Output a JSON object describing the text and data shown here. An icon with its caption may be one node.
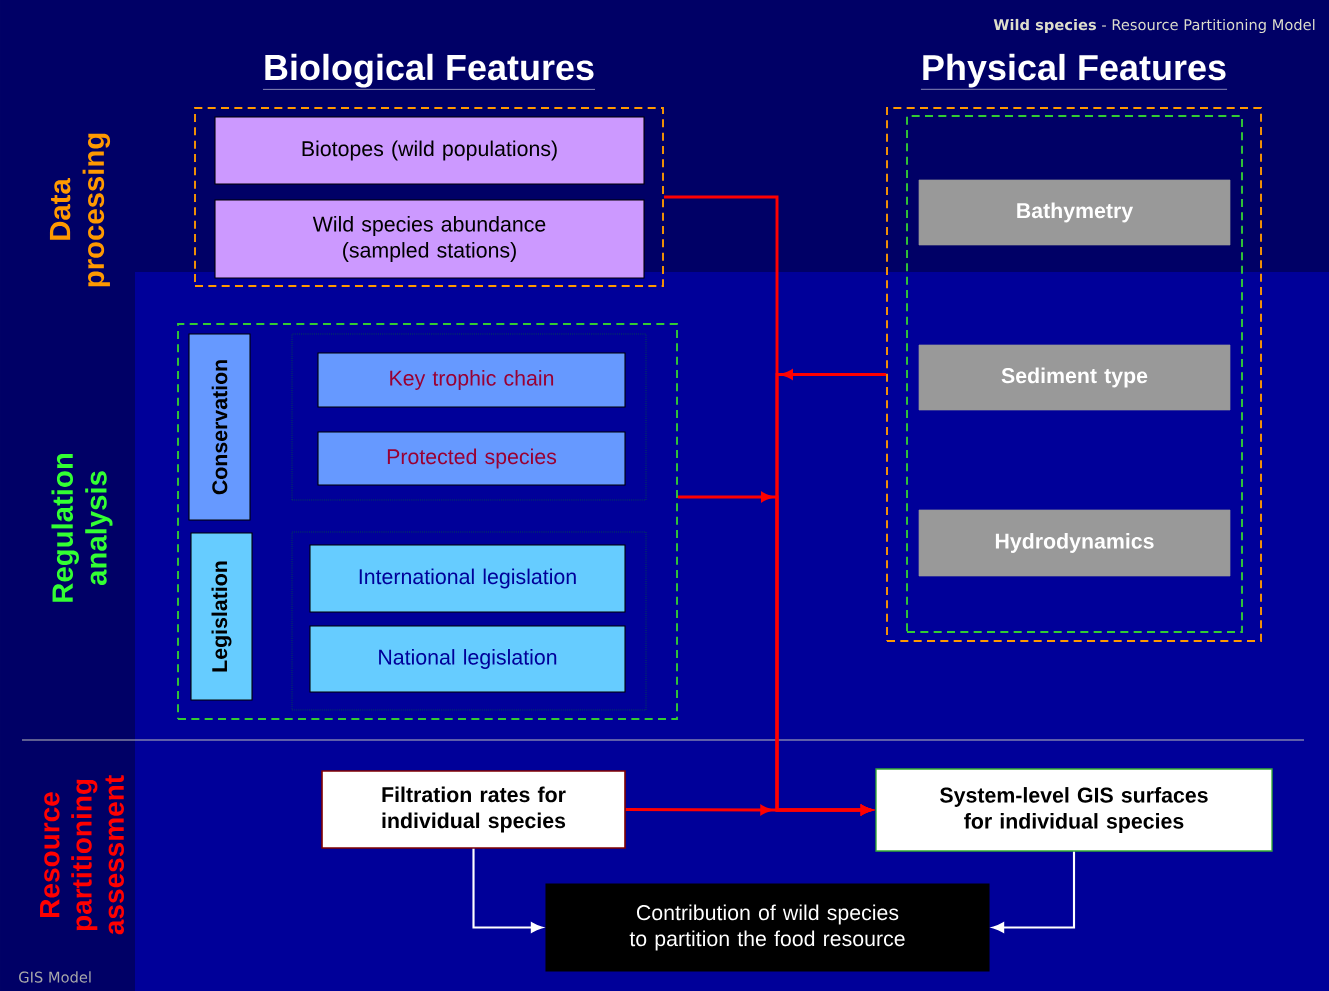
{
  "diagram": {
    "title": "**Wild species**  - Resource Partitioning Model",
    "nodes": [
      {
        "text": [
          "Biological Features"
        ]
      },
      {
        "text": [
          "Biotopes (wild populations)"
        ],
        "in": 0
      },
      {
        "text": [
          "Wild species abundance (sampled stations)"
        ],
        "in": 0
      },
      {
        "text": [
          "Physical Features"
        ]
      },
      {
        "text": [],
        "shape": "box",
        "in": 3
      },
      {
        "text": [
          "Bathymetry"
        ],
        "in": 4
      },
      {
        "text": [
          "Sediment type"
        ],
        "in": 4
      },
      {
        "text": [
          "Hydrodynamics"
        ],
        "in": 4
      },
      {
        "text": [],
        "shape": "box"
      },
      {
        "text": [
          "Conservation"
        ],
        "in": 8
      },
      {
        "text": [],
        "shape": "box",
        "in": 8
      },
      {
        "text": [
          "Key trophic chain"
        ],
        "in": 10
      },
      {
        "text": [
          "Protected species"
        ],
        "in": 10
      },
      {
        "text": [
          "Legislation"
        ],
        "in": 8
      },
      {
        "text": [],
        "shape": "box",
        "in": 8
      },
      {
        "text": [
          "International legislation"
        ],
        "in": 14
      },
      {
        "text": [
          "National legislation"
        ],
        "in": 14
      },
      {
        "text": [
          "Filtration rates for individual species"
        ]
      },
      {
        "text": [
          "System-level GIS surfaces for individual species"
        ]
      },
      {
        "text": [
          "Contribution of wild species to partition the food resource"
        ]
      }
    ],
    "edges": [
      {
        "from": 0,
        "to": 18,
        "arrow": "to"
      },
      {
        "from": 3,
        "to": 18,
        "arrow": "to"
      },
      {
        "from": 8,
        "to": 18,
        "arrow": "to"
      },
      {
        "from": 17,
        "to": 18,
        "arrow": "to"
      },
      {
        "from": 17,
        "to": 19,
        "arrow": "to",
        "color": "#ffffff"
      },
      {
        "from": 18,
        "to": 19,
        "arrow": "to",
        "color": "#ffffff"
      }
    ],
    "labels": [
      "Data processing",
      "Regulation analysis",
      "Resource partitioning assessment",
      "GIS Model"
    ]
  }
}
